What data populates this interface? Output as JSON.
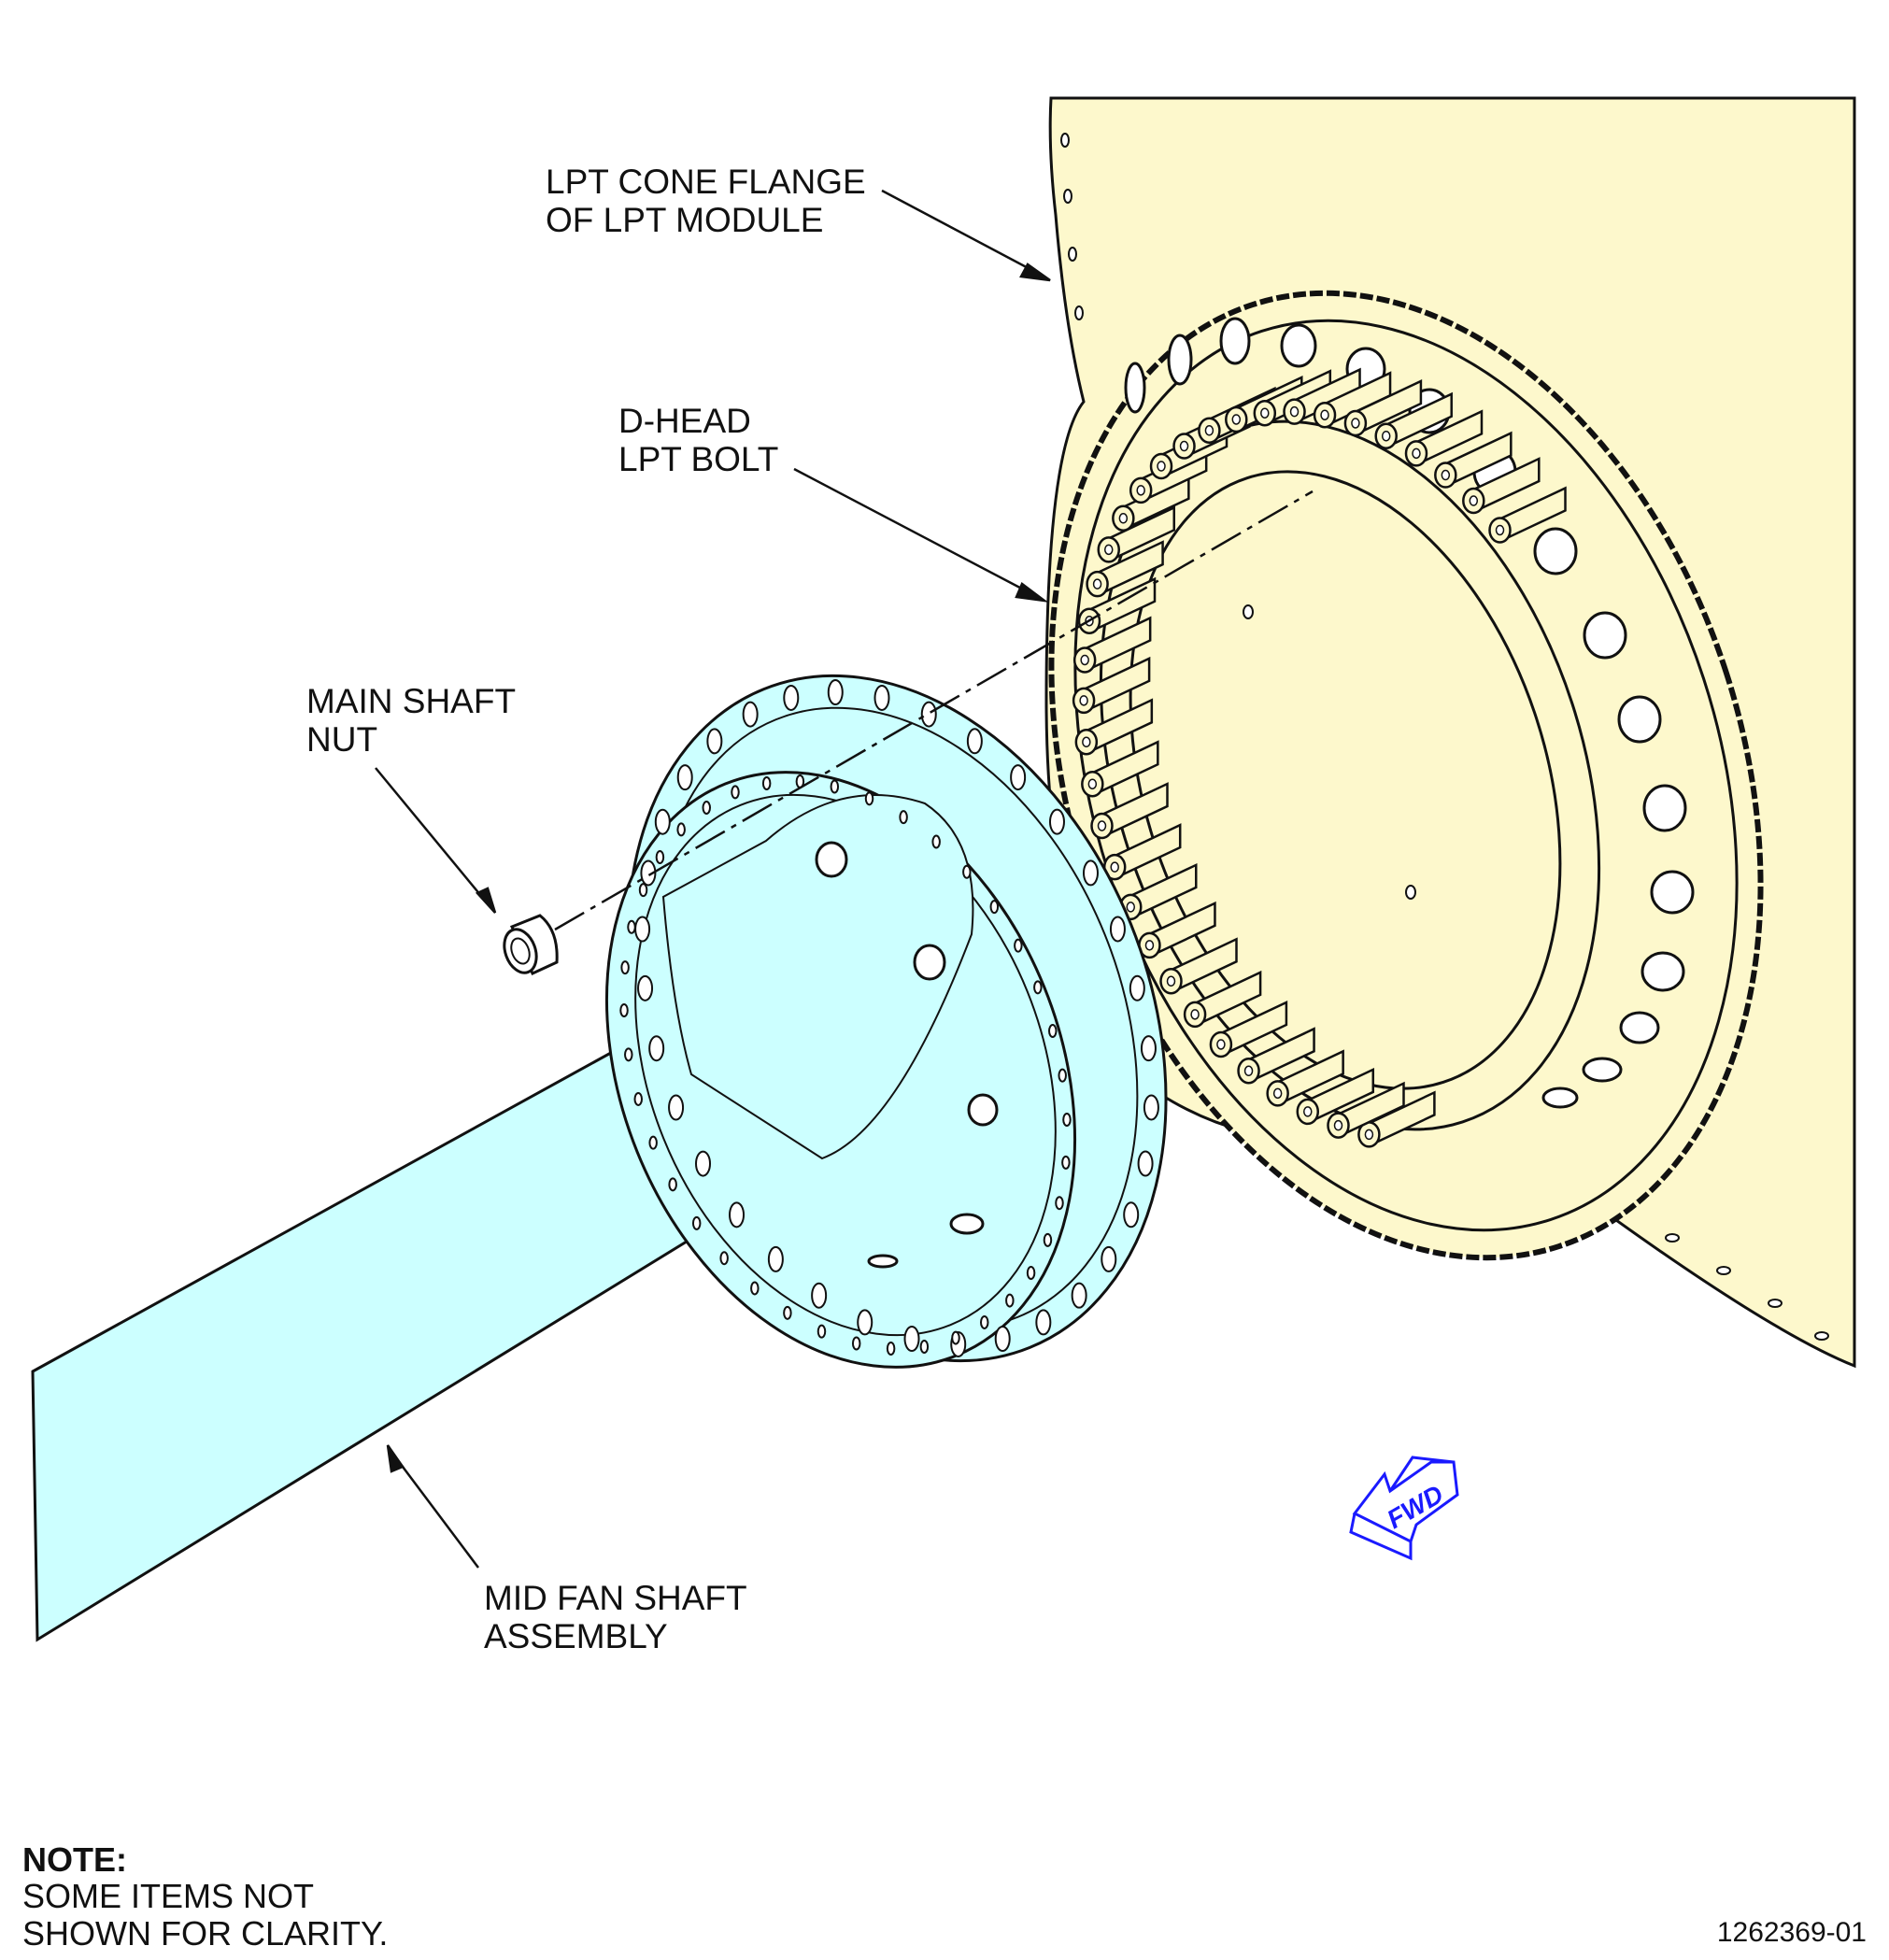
{
  "colors": {
    "lpt_module_fill": "#fdf8cc",
    "fan_shaft_fill": "#ccffff",
    "line": "#111111",
    "fwd_arrow": "#1a1aff"
  },
  "callouts": {
    "lpt_cone_flange": [
      "LPT CONE FLANGE",
      "OF LPT MODULE"
    ],
    "d_head_bolt": [
      "D-HEAD",
      "LPT BOLT"
    ],
    "main_shaft_nut": [
      "MAIN SHAFT",
      "NUT"
    ],
    "mid_fan_shaft": [
      "MID FAN SHAFT",
      "ASSEMBLY"
    ]
  },
  "fwd_indicator": {
    "label": "FWD"
  },
  "note": {
    "heading": "NOTE:",
    "lines": [
      "SOME ITEMS NOT",
      "SHOWN FOR CLARITY."
    ]
  },
  "figure_number": "1262369-01"
}
